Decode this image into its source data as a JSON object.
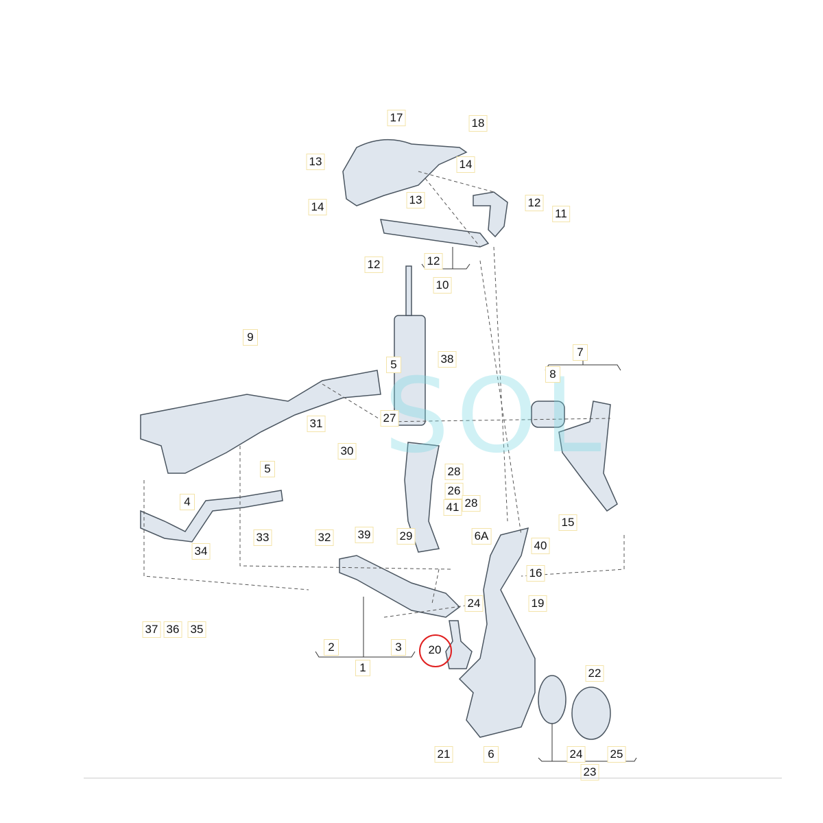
{
  "diagram": {
    "title_watermark": "SOL",
    "highlighted_part": "20",
    "part_labels": [
      "17",
      "18",
      "13",
      "14",
      "13",
      "14",
      "12",
      "11",
      "12",
      "12",
      "10",
      "9",
      "7",
      "8",
      "5",
      "38",
      "31",
      "27",
      "30",
      "5",
      "28",
      "26",
      "4",
      "41",
      "28",
      "15",
      "6A",
      "40",
      "33",
      "32",
      "39",
      "29",
      "34",
      "16",
      "24",
      "19",
      "37",
      "36",
      "35",
      "2",
      "3",
      "20",
      "1",
      "22",
      "21",
      "6",
      "24",
      "25",
      "23"
    ],
    "colors": {
      "part_fill": "#dfe6ee",
      "part_stroke": "#4a5560",
      "highlight": "#e02020",
      "label_border": "#f3e3a8"
    }
  }
}
